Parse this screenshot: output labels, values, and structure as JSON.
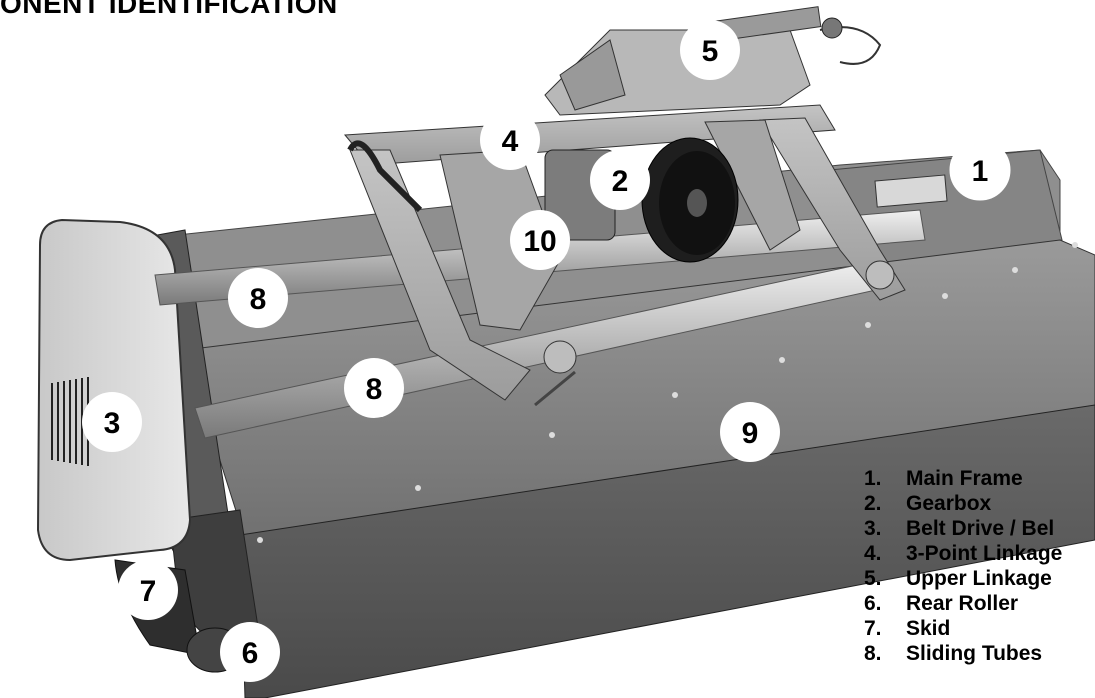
{
  "heading": "ONENT IDENTIFICATION",
  "callouts": [
    {
      "id": "1",
      "label": "1"
    },
    {
      "id": "2",
      "label": "2"
    },
    {
      "id": "3",
      "label": "3"
    },
    {
      "id": "4",
      "label": "4"
    },
    {
      "id": "5",
      "label": "5"
    },
    {
      "id": "6",
      "label": "6"
    },
    {
      "id": "7",
      "label": "7"
    },
    {
      "id": "8a",
      "label": "8"
    },
    {
      "id": "8b",
      "label": "8"
    },
    {
      "id": "9",
      "label": "9"
    },
    {
      "id": "10",
      "label": "10"
    }
  ],
  "legend": [
    {
      "num": "1.",
      "text": "Main Frame"
    },
    {
      "num": "2.",
      "text": "Gearbox"
    },
    {
      "num": "3.",
      "text": "Belt Drive / Bel"
    },
    {
      "num": "4.",
      "text": "3-Point Linkage"
    },
    {
      "num": "5.",
      "text": "Upper Linkage"
    },
    {
      "num": "6.",
      "text": "Rear Roller"
    },
    {
      "num": "7.",
      "text": "Skid"
    },
    {
      "num": "8.",
      "text": "Sliding Tubes"
    }
  ],
  "colors": {
    "body_gray": "#8a8a8a",
    "dark_gray": "#555555",
    "light_gray": "#cfcfcf",
    "badge_fill": "#ffffff",
    "text": "#000000"
  }
}
